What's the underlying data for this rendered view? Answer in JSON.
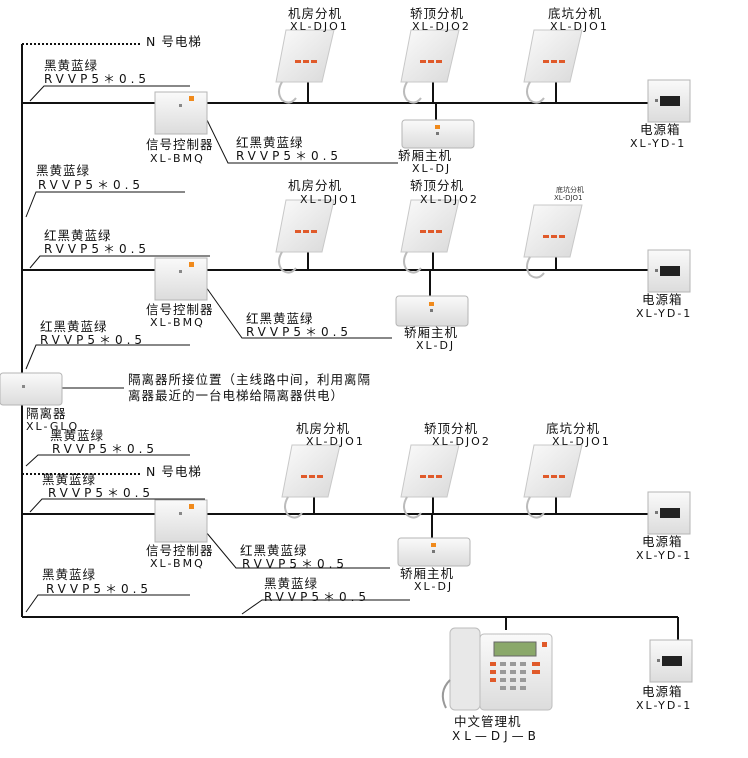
{
  "n_elevator": "N 号电梯",
  "sections": [
    {
      "cable_main_color": "黑黄蓝绿",
      "cable_main_spec": "RVVP5＊0.5",
      "controller_name": "信号控制器",
      "controller_code": "XL-BMQ",
      "cable_cab_color": "红黑黄蓝绿",
      "cable_cab_spec": "RVVP5＊0.5",
      "ext": [
        {
          "name": "机房分机",
          "code": "XL-DJO1"
        },
        {
          "name": "轿顶分机",
          "code": "XL-DJO2"
        },
        {
          "name": "底坑分机",
          "code": "XL-DJO1"
        }
      ],
      "cab_name": "轿厢主机",
      "cab_code": "XL-DJ",
      "psu_name": "电源箱",
      "psu_code": "XL-YD-1"
    },
    {
      "cable_top_color": "黑黄蓝绿",
      "cable_top_spec": "RVVP5＊0.5",
      "cable_main_color": "红黑黄蓝绿",
      "cable_main_spec": "RVVP5＊0.5",
      "controller_name": "信号控制器",
      "controller_code": "XL-BMQ",
      "cable_cab_color": "红黑黄蓝绿",
      "cable_cab_spec": "RVVP5＊0.5",
      "cable_bottom_color": "红黑黄蓝绿",
      "cable_bottom_spec": "RVVP5＊0.5",
      "ext": [
        {
          "name": "机房分机",
          "code": "XL-DJO1"
        },
        {
          "name": "轿顶分机",
          "code": "XL-DJO2"
        },
        {
          "name": "底坑分机",
          "code": "XL-DJO1"
        }
      ],
      "cab_name": "轿厢主机",
      "cab_code": "XL-DJ",
      "psu_name": "电源箱",
      "psu_code": "XL-YD-1"
    },
    {
      "cable_top_color": "黑黄蓝绿",
      "cable_top_spec": "RVVP5＊0.5",
      "cable_main_color": "黑黄蓝绿",
      "cable_main_spec": "RVVP5＊0.5",
      "controller_name": "信号控制器",
      "controller_code": "XL-BMQ",
      "cable_cab_color": "红黑黄蓝绿",
      "cable_cab_spec": "RVVP5＊0.5",
      "cable_bottom_color": "黑黄蓝绿",
      "cable_bottom_spec": "RVVP5＊0.5",
      "ext": [
        {
          "name": "机房分机",
          "code": "XL-DJO1"
        },
        {
          "name": "轿顶分机",
          "code": "XL-DJO2"
        },
        {
          "name": "底坑分机",
          "code": "XL-DJO1"
        }
      ],
      "cab_name": "轿厢主机",
      "cab_code": "XL-DJ",
      "psu_name": "电源箱",
      "psu_code": "XL-YD-1"
    }
  ],
  "isolator_name": "隔离器",
  "isolator_code": "XL-GLQ",
  "isolator_note_1": "隔离器所接位置（主线路中间，利用离隔",
  "isolator_note_2": "离器最近的一台电梯给隔离器供电）",
  "mgr_cable_color": "黑黄蓝绿",
  "mgr_cable_spec": "RVVP5＊0.5",
  "mgr_name": "中文管理机",
  "mgr_code": "XL—DJ—B",
  "mgr_psu_name": "电源箱",
  "mgr_psu_code": "XL-YD-1",
  "colors": {
    "line": "#111111",
    "led": "#e05a2a",
    "orange": "#f08a1c",
    "device": "#f2f2f2"
  }
}
